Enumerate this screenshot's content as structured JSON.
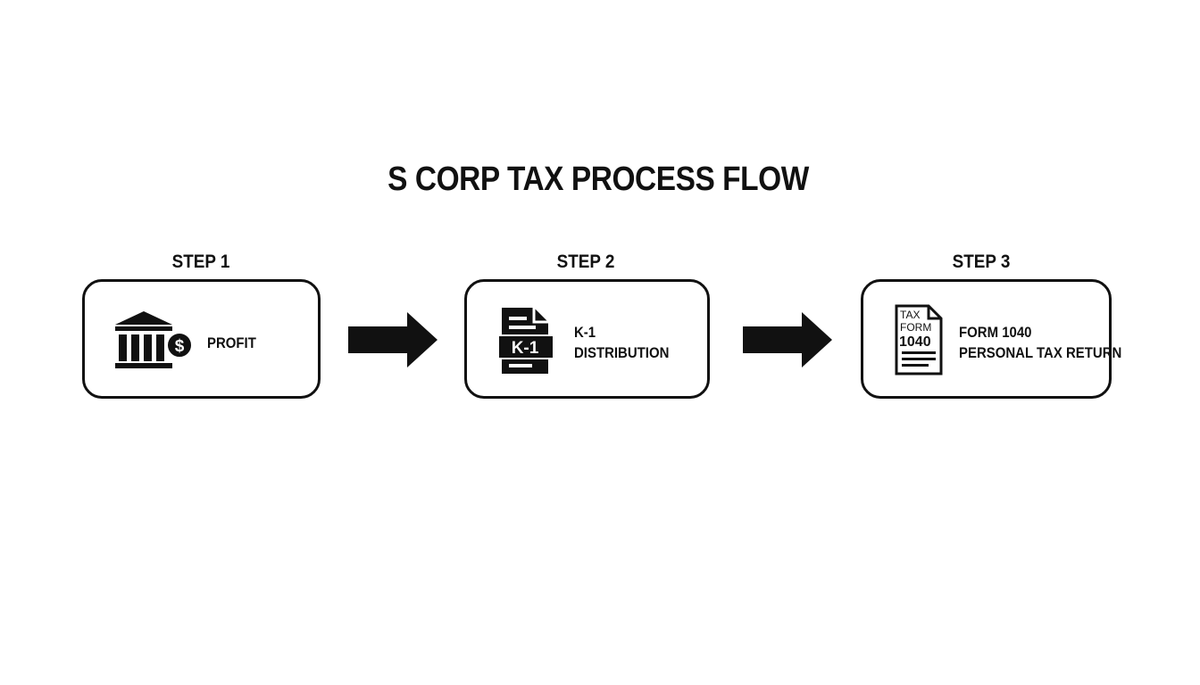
{
  "title": "S CORP TAX PROCESS FLOW",
  "steps": [
    {
      "label": "STEP 1",
      "lines": [
        "PROFIT"
      ],
      "icon": "bank-dollar-icon"
    },
    {
      "label": "STEP 2",
      "lines": [
        "K-1",
        "DISTRIBUTION"
      ],
      "icon": "k1-document-icon",
      "icon_text": "K-1"
    },
    {
      "label": "STEP 3",
      "lines": [
        "FORM 1040",
        "PERSONAL TAX RETURN"
      ],
      "icon": "tax-form-icon",
      "icon_text": [
        "TAX",
        "FORM",
        "1040"
      ]
    }
  ],
  "arrows": [
    "arrow-right-icon",
    "arrow-right-icon"
  ],
  "colors": {
    "ink": "#111111",
    "background": "#ffffff"
  }
}
